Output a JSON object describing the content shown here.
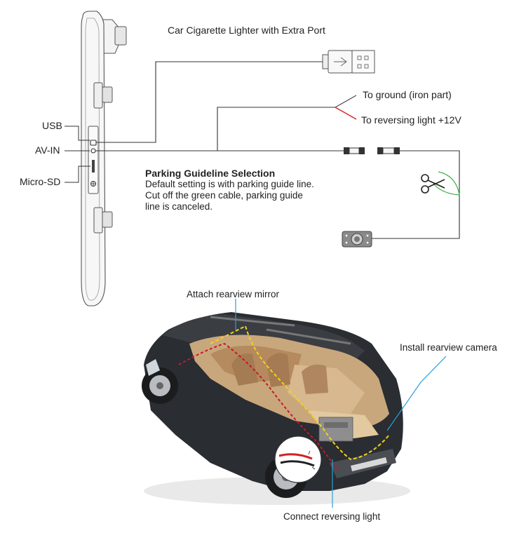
{
  "title": "Car Cigarette Lighter with Extra Port",
  "port_labels": {
    "usb": "USB",
    "av_in": "AV-IN",
    "micro_sd": "Micro-SD"
  },
  "wires": {
    "ground": "To ground (iron part)",
    "reversing_power": "To reversing light +12V"
  },
  "parking": {
    "heading": "Parking Guideline Selection",
    "lines": [
      "Default setting is with parking guide line.",
      "Cut off the green cable, parking guide",
      "line is canceled."
    ]
  },
  "callouts": {
    "mirror": "Attach rearview mirror",
    "camera": "Install rearview camera",
    "light": "Connect reversing light"
  },
  "colors": {
    "line": "#333333",
    "red_wire": "#d42020",
    "green_wire": "#3fae49",
    "yellow_route": "#f2d21b",
    "red_route": "#c8182a",
    "blue_callout": "#2aa0d8"
  }
}
